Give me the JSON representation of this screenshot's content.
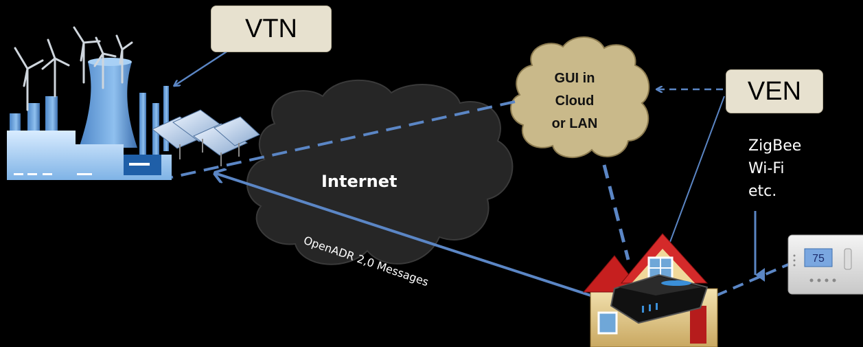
{
  "vtn": {
    "label": "VTN"
  },
  "ven": {
    "label": "VEN"
  },
  "cloud_gui": {
    "lines": [
      "GUI in",
      "Cloud",
      "or LAN"
    ]
  },
  "internet": {
    "label": "Internet"
  },
  "messages": {
    "label": "OpenADR 2,0 Messages"
  },
  "protocols": {
    "lines": [
      "ZigBee",
      "Wi-Fi",
      "etc."
    ]
  },
  "thermostat": {
    "display": "75"
  },
  "colors": {
    "background": "#000000",
    "arrow": "#5b86c5",
    "label_box": "#e7e1cf",
    "cloud_dark": "#262626",
    "cloud_tan": "#c9b98a"
  }
}
